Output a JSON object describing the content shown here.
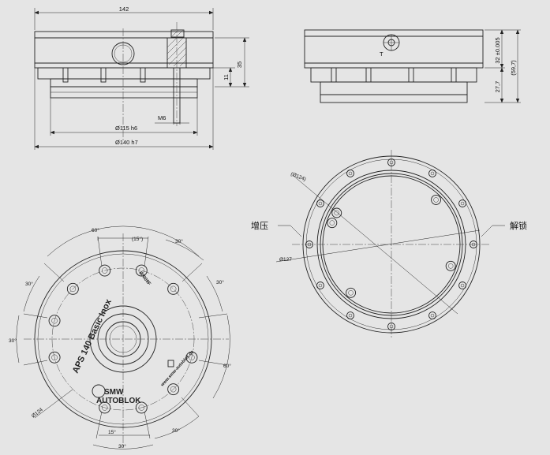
{
  "front_view": {
    "dim_width": "142",
    "dim_height": "35",
    "dim_step": "11",
    "thread": "M6",
    "dim_dia_115": "Ø115 h6",
    "dim_dia_140": "Ø140 h7"
  },
  "side_view": {
    "port_label": "T",
    "dim_32": "32 ±0.005",
    "dim_27_7": "27,7",
    "dim_59_7": "(59,7)"
  },
  "top_view": {
    "angles": [
      "60°",
      "(15°)",
      "30°",
      "30°",
      "30°",
      "30°",
      "60°",
      "15°",
      "30°",
      "30°"
    ],
    "dia_label": "Ø124",
    "product_name": "APS 140 Basic Inox",
    "part_number": "60009F",
    "website": "www.smw-autoblok.de",
    "logo_line1": "SMW",
    "logo_line2": "AUTOBLOK"
  },
  "bottom_view": {
    "dia_124": "(Ø124)",
    "dia_127": "Ø127",
    "label_pressurize": "增压",
    "label_unlock": "解锁"
  }
}
